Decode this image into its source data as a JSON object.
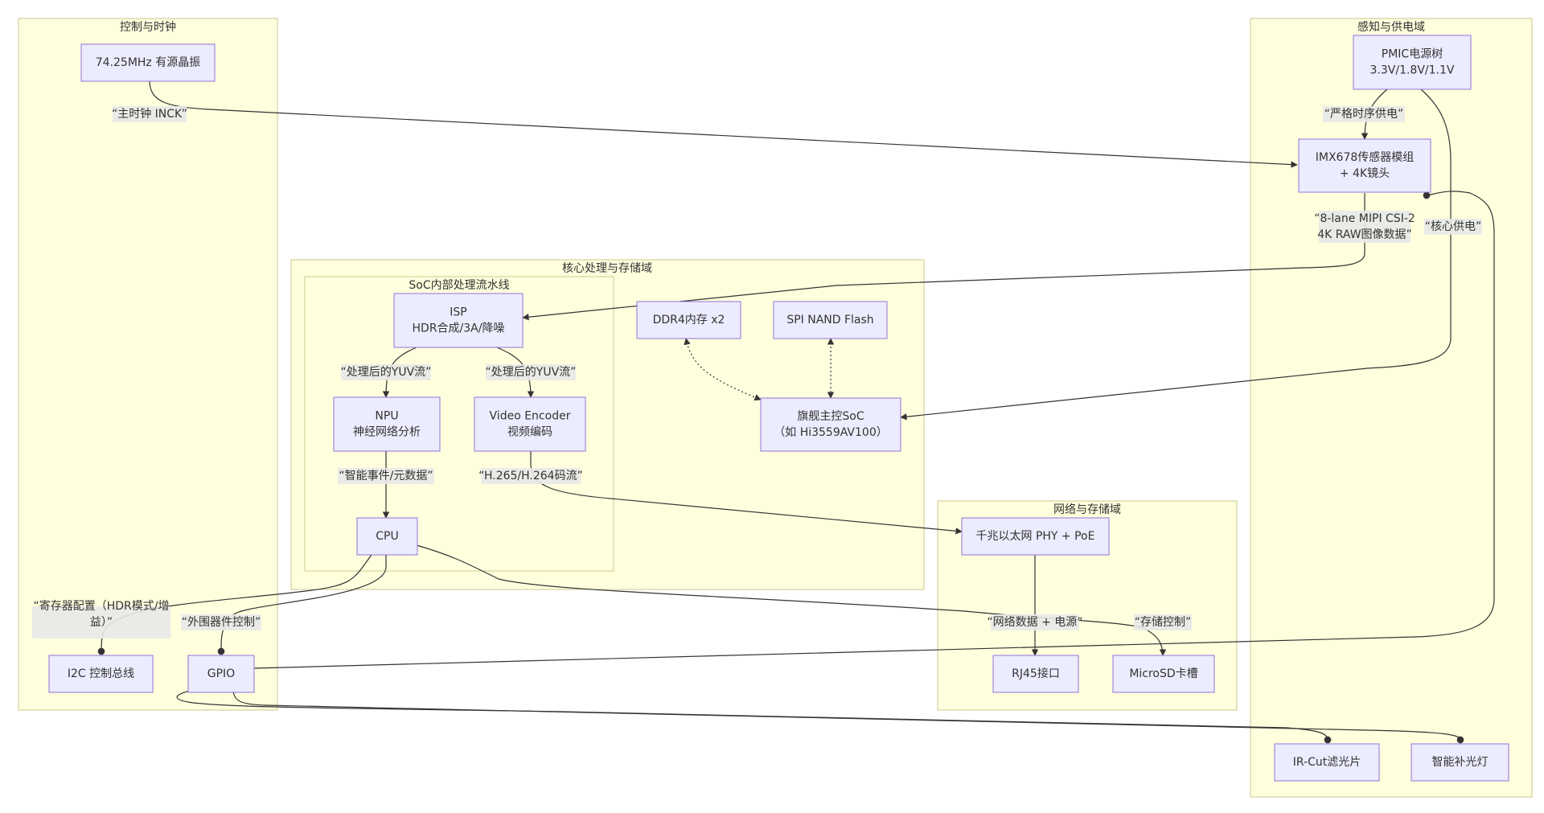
{
  "clusters": {
    "control": "控制与时钟",
    "sensing": "感知与供电域",
    "core": "核心处理与存储域",
    "pipeline": "SoC内部处理流水线",
    "network": "网络与存储域"
  },
  "nodes": {
    "osc": [
      "74.25MHz 有源晶振"
    ],
    "pmic": [
      "PMIC电源树",
      "3.3V/1.8V/1.1V"
    ],
    "sensor": [
      "IMX678传感器模组",
      "+ 4K镜头"
    ],
    "isp": [
      "ISP",
      "HDR合成/3A/降噪"
    ],
    "ddr": [
      "DDR4内存 x2"
    ],
    "flash": [
      "SPI NAND Flash"
    ],
    "npu": [
      "NPU",
      "神经网络分析"
    ],
    "venc": [
      "Video Encoder",
      "视频编码"
    ],
    "soc": [
      "旗舰主控SoC",
      "（如 Hi3559AV100）"
    ],
    "cpu": [
      "CPU"
    ],
    "phy": [
      "千兆以太网 PHY + PoE"
    ],
    "i2c": [
      "I2C 控制总线"
    ],
    "gpio": [
      "GPIO"
    ],
    "rj45": [
      "RJ45接口"
    ],
    "sd": [
      "MicroSD卡槽"
    ],
    "ircut": [
      "IR-Cut滤光片"
    ],
    "led": [
      "智能补光灯"
    ]
  },
  "edge_labels": {
    "inck": [
      "“主时钟 INCK”"
    ],
    "power_seq": [
      "“严格时序供电”"
    ],
    "mipi": [
      "“8-lane MIPI CSI-2",
      "4K RAW图像数据”"
    ],
    "core_power": [
      "“核心供电”"
    ],
    "yuv1": [
      "“处理后的YUV流”"
    ],
    "yuv2": [
      "“处理后的YUV流”"
    ],
    "events": [
      "“智能事件/元数据”"
    ],
    "stream": [
      "“H.265/H.264码流”"
    ],
    "reg_cfg": [
      "“寄存器配置（HDR模式/增",
      "益）”"
    ],
    "periph": [
      "“外围器件控制”"
    ],
    "net_power": [
      "“网络数据 + 电源”"
    ],
    "storage": [
      "“存储控制”"
    ]
  },
  "colors": {
    "cluster_fill": "#ffffde",
    "cluster_stroke": "#c9c98e",
    "node_fill": "#ececff",
    "node_stroke": "#9370db",
    "edge": "#333333",
    "label_bg": "#e8e8e8"
  }
}
